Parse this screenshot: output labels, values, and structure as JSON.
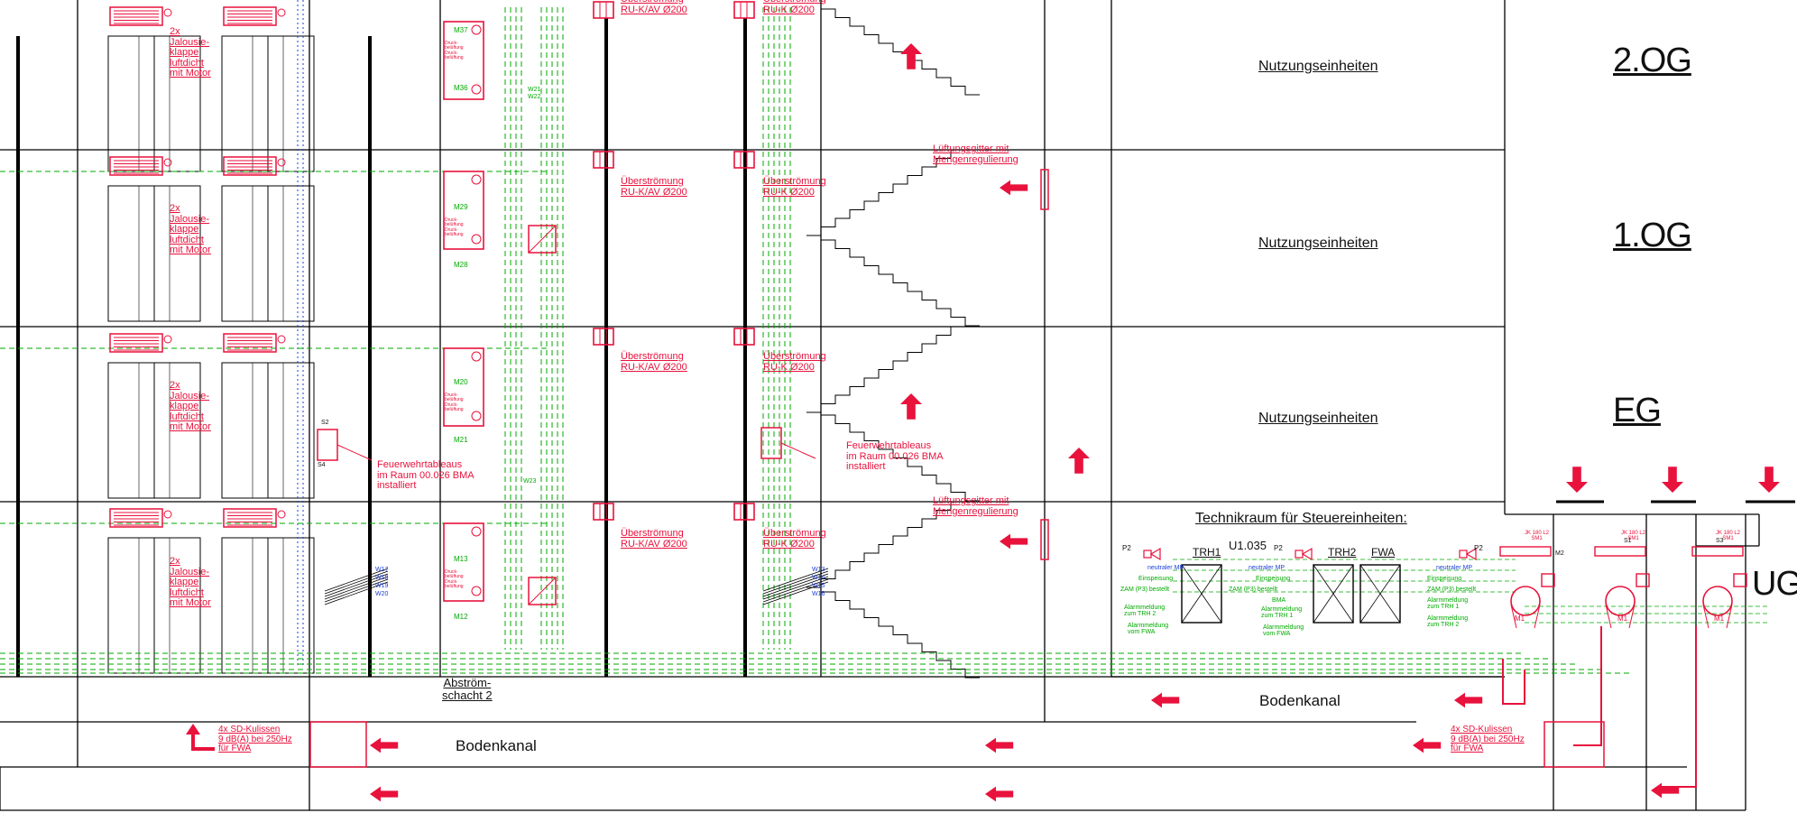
{
  "colors": {
    "structure": "#000000",
    "fire_red": "#e8123c",
    "control_green": "#00aa00",
    "signal_blue": "#1a3fd8"
  },
  "levels": [
    "2.OG",
    "1.OG",
    "EG",
    "UG"
  ],
  "rooms": {
    "nutzung_2og": "Nutzungseinheiten",
    "nutzung_1og": "Nutzungseinheiten",
    "nutzung_eg": "Nutzungseinheiten",
    "technikraum": "Technikraum für Steuereinheiten:",
    "room_number": "U1.035"
  },
  "channels": {
    "abstroem": "Abström-\nschacht 2",
    "bodenkanal_1": "Bodenkanal",
    "bodenkanal_2": "Bodenkanal"
  },
  "notes": {
    "jalousie": "2x\nJalousie-\nklappe\nluftdicht\nmit Motor",
    "ueber_ruav": "Überströmung\nRU-K/AV Ø200",
    "ueber_ruk": "Überströmung\nRU-K Ø200",
    "lueftungsgitter": "Lüftungsgitter mit\nMengenregulierung",
    "feuerwehr": "Feuerwehrtableaus\nim Raum 00.026 BMA\ninstalliert",
    "kulissen": "4x SD-Kulissen\n9 dB(A) bei 250Hz\nfür FWA"
  },
  "panels": [
    "TRH1",
    "TRH2",
    "FWA"
  ],
  "fans": [
    "M1",
    "M1",
    "M1"
  ],
  "panel_labels": {
    "p2": "P2",
    "neutral_mp": "neutraler MP",
    "einspeisung": "Einspeisung",
    "zam": "ZAM (P3) bestellt",
    "bma": "BMA",
    "alarm_trh1": "Alarmmeldung\nzum TRH 1",
    "alarm_trh2": "Alarmmeldung\nzum TRH 2",
    "alarm_fwa": "Alarmmeldung\nvom FWA"
  },
  "fan_labels": [
    "JK 180 L2\nSM1",
    "JK 180 L2\nSM1",
    "JK 180 L2\nSM1"
  ],
  "cabinet_labels": [
    "M37",
    "M36",
    "M29",
    "M28",
    "M20",
    "M21",
    "M13",
    "M12"
  ],
  "cabinet_sub": "Druck-\nbelüftung\nDruck-\nbelüftung",
  "wire_tags": [
    "W13",
    "W14",
    "W15",
    "W16",
    "W17",
    "W18",
    "W19",
    "W20",
    "W21",
    "W22",
    "W23"
  ],
  "device_tags": [
    "S2",
    "S4",
    "S1",
    "S3",
    "M2"
  ]
}
